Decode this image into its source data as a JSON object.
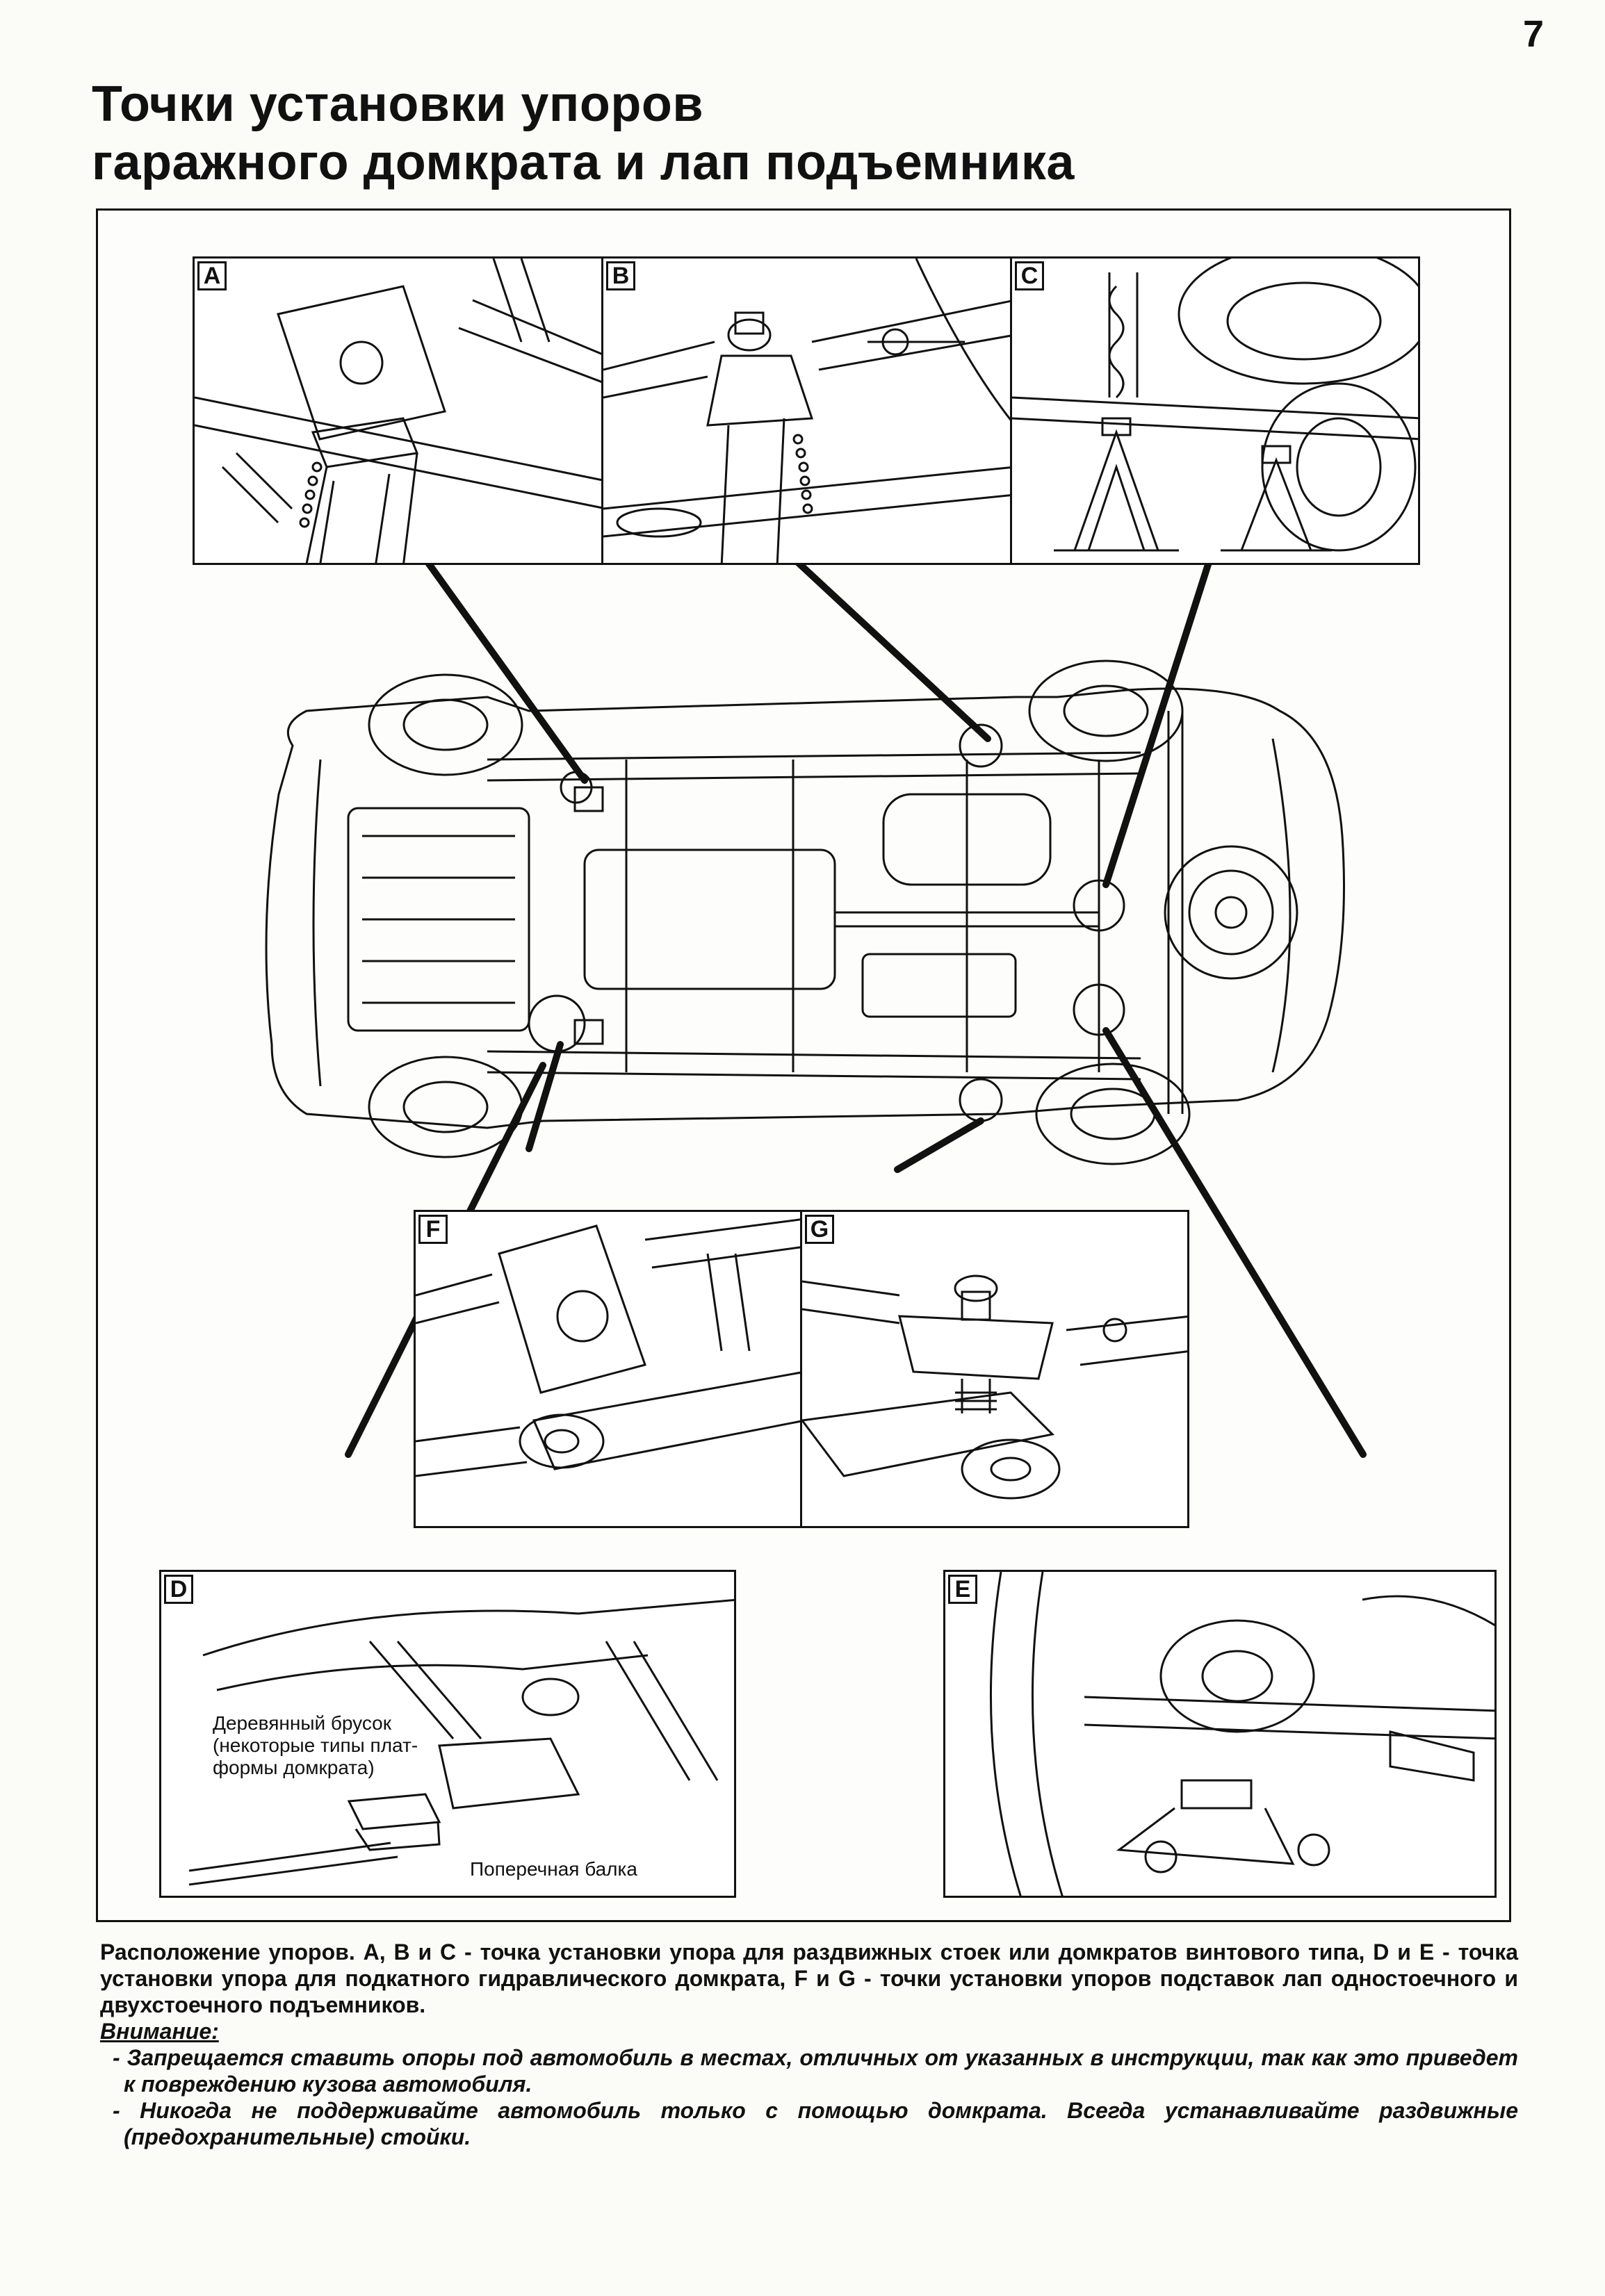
{
  "page": {
    "number": "7",
    "title_lines": [
      "Точки установки упоров",
      "гаражного домкрата и лап подъемника"
    ]
  },
  "figure": {
    "panels": [
      {
        "letter": "A"
      },
      {
        "letter": "B"
      },
      {
        "letter": "C"
      },
      {
        "letter": "F"
      },
      {
        "letter": "G"
      },
      {
        "letter": "D"
      },
      {
        "letter": "E"
      }
    ],
    "callouts": {
      "wood_block": "Деревянный брусок\n(некоторые типы плат-\nформы домкрата)",
      "cross_beam": "Поперечная балка"
    },
    "line_color": "#111111"
  },
  "caption": {
    "text": "Расположение упоров. A, B и C - точка установки упора для раздвижных стоек или домкратов винтового типа, D и E - точка установки упора для подкатного гидравлического домкрата, F и G - точки установки упоров подставок лап одностоечного и двухстоечного подъемников.",
    "attention_label": "Внимание:",
    "warnings": [
      "- Запрещается ставить опоры под автомобиль в местах, отличных от указанных в инструкции, так как это приведет к повреждению кузова автомобиля.",
      "- Никогда не поддерживайте автомобиль только с помощью домкрата. Всегда устанавливайте раздвижные (предохранительные) стойки."
    ]
  }
}
